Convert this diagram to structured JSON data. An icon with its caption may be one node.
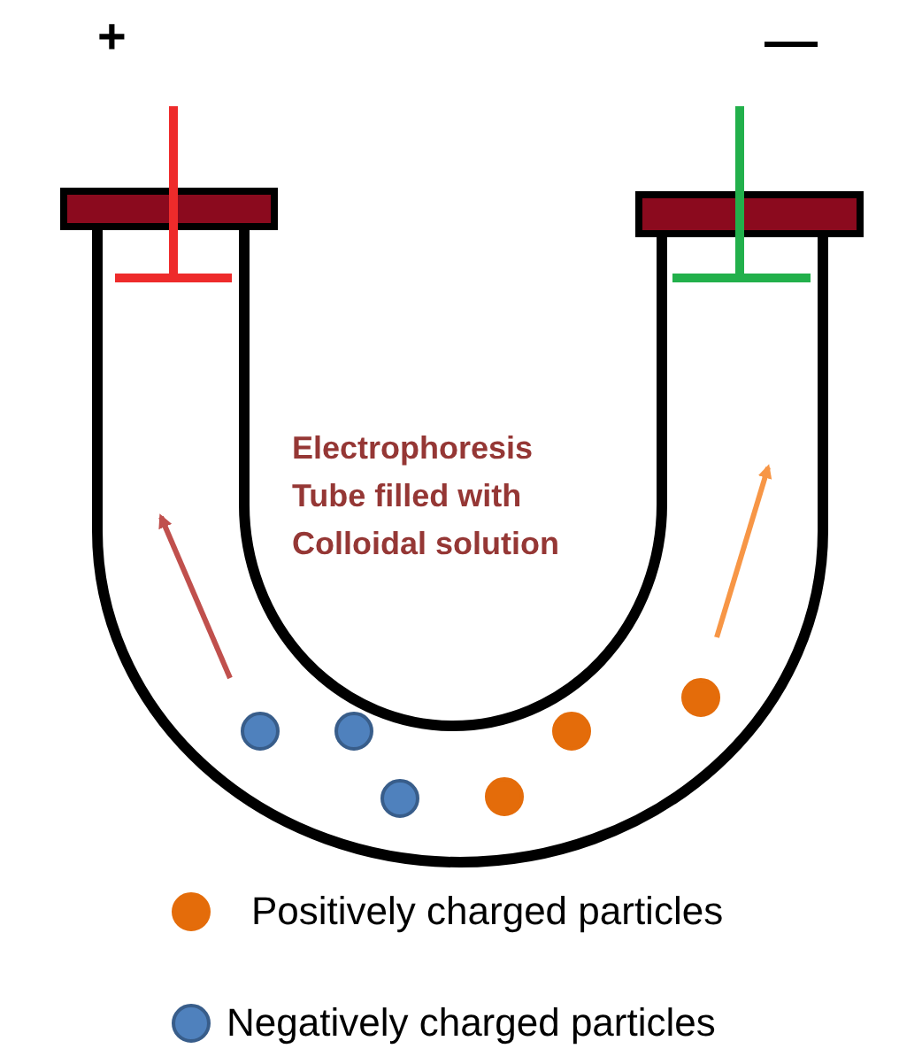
{
  "diagram": {
    "labels": [
      "+",
      "—",
      "Electrophoresis Tube filled with Colloidal solution"
    ],
    "legend": [
      {
        "text": "Positively charged particles",
        "color": "#e46c0a"
      },
      {
        "text": "Negatively charged particles",
        "color": "#4f81bd"
      }
    ]
  }
}
